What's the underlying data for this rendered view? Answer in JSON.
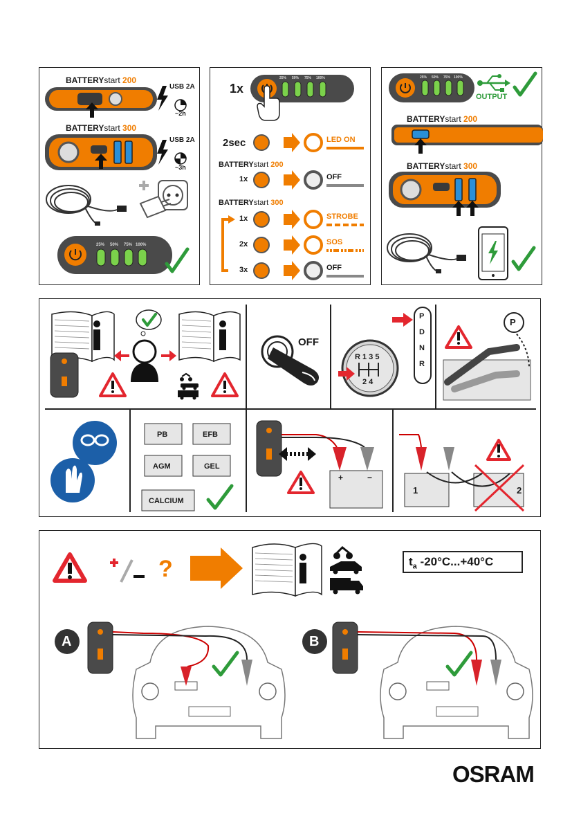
{
  "panel1": {
    "model200": {
      "brand": "BATTERY",
      "suffix": "start",
      "num": "200"
    },
    "model300": {
      "brand": "BATTERY",
      "suffix": "start",
      "num": "300"
    },
    "usb200": "USB 2A",
    "time200": "~2h",
    "usb300": "USB 2A",
    "time300": "~3h",
    "leds": [
      "25%",
      "50%",
      "75%",
      "100%"
    ]
  },
  "panel2": {
    "press_label": "1x",
    "leds": [
      "25%",
      "50%",
      "75%",
      "100%"
    ],
    "hold_label": "2sec",
    "led_on": "LED ON",
    "model200": {
      "brand": "BATTERY",
      "suffix": "start",
      "num": "200"
    },
    "model300": {
      "brand": "BATTERY",
      "suffix": "start",
      "num": "300"
    },
    "row200_press": "1x",
    "row200_state": "OFF",
    "row300": [
      {
        "press": "1x",
        "state": "STROBE"
      },
      {
        "press": "2x",
        "state": "SOS"
      },
      {
        "press": "3x",
        "state": "OFF"
      }
    ]
  },
  "panel3": {
    "leds": [
      "25%",
      "50%",
      "75%",
      "100%"
    ],
    "output_label": "OUTPUT",
    "model200": {
      "brand": "BATTERY",
      "suffix": "start",
      "num": "200"
    },
    "model300": {
      "brand": "BATTERY",
      "suffix": "start",
      "num": "300"
    }
  },
  "safety": {
    "off_label": "OFF",
    "gear_p": "P",
    "gear_d": "D",
    "gear_n": "N",
    "gear_r": "R",
    "shift_top": "R 1 3 5",
    "shift_bottom": "2 4",
    "parking": "P",
    "battery_types": [
      "PB",
      "EFB",
      "AGM",
      "GEL",
      "CALCIUM"
    ],
    "terminal_plus": "+",
    "terminal_minus": "−",
    "battery1": "1",
    "battery2": "2"
  },
  "bottom": {
    "question": "?",
    "temperature": {
      "prefix": "t",
      "sub": "a",
      "range": "-20°C...+40°C"
    },
    "option_a": "A",
    "option_b": "B"
  },
  "brand": "OSRAM",
  "colors": {
    "accent": "#f07d00",
    "check": "#2e9b3a",
    "warning": "#e3262e",
    "led": "#7bd24b"
  }
}
